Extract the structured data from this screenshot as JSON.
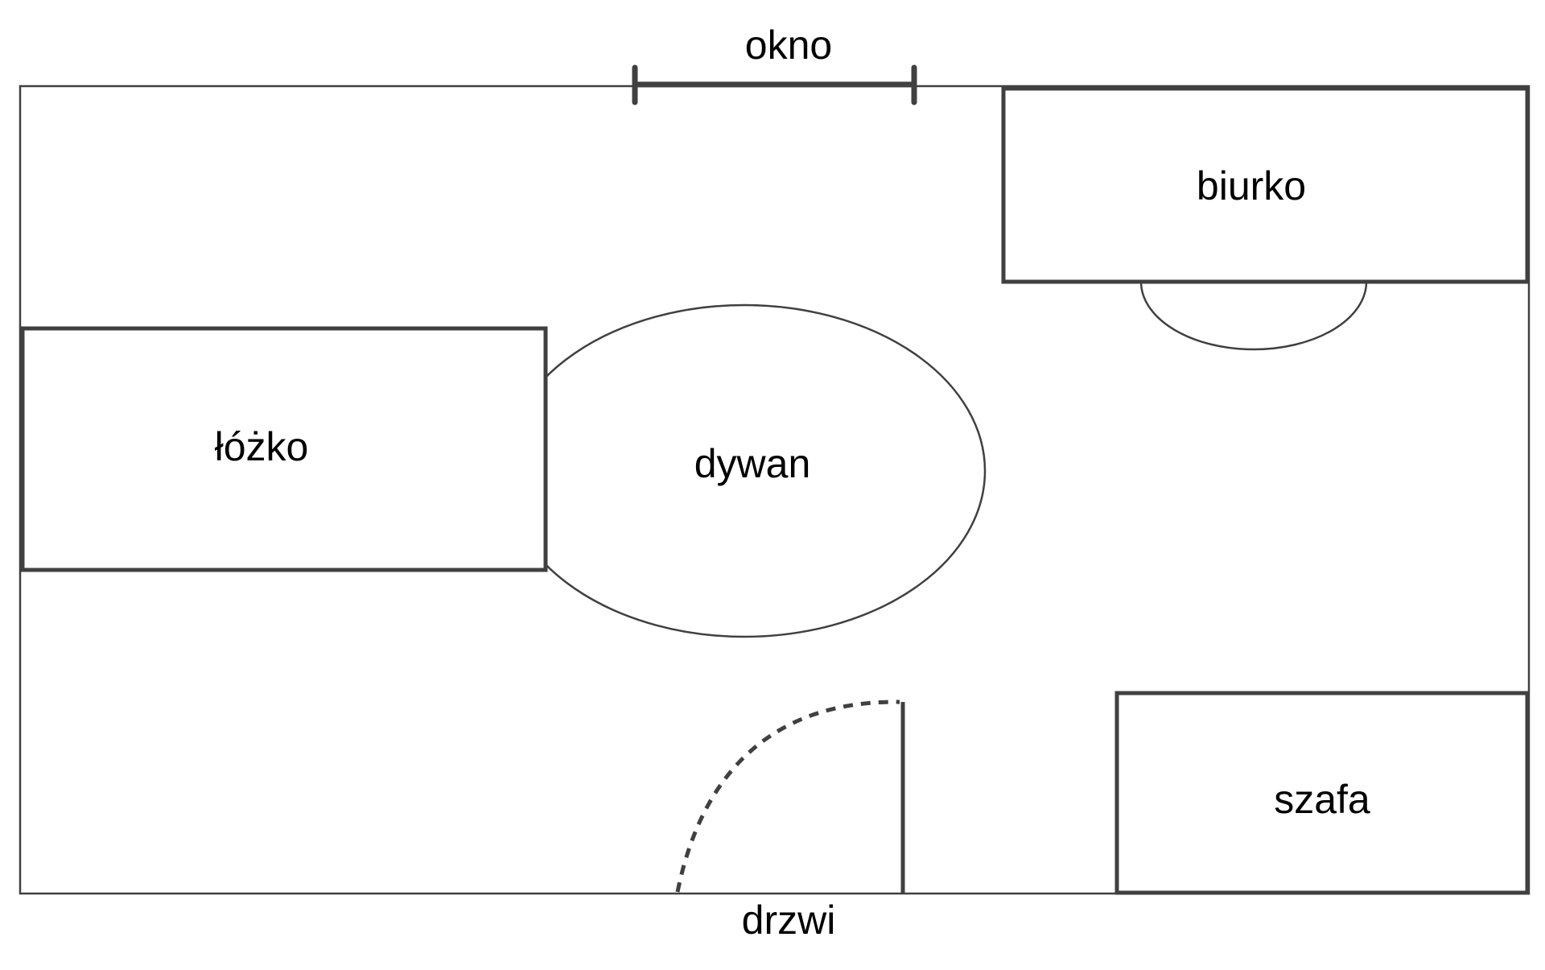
{
  "plan": {
    "window_label": "okno",
    "desk_label": "biurko",
    "bed_label": "łóżko",
    "rug_label": "dywan",
    "wardrobe_label": "szafa",
    "door_label": "drzwi"
  },
  "colors": {
    "line": "#404040",
    "text": "#000000",
    "background": "#ffffff"
  }
}
